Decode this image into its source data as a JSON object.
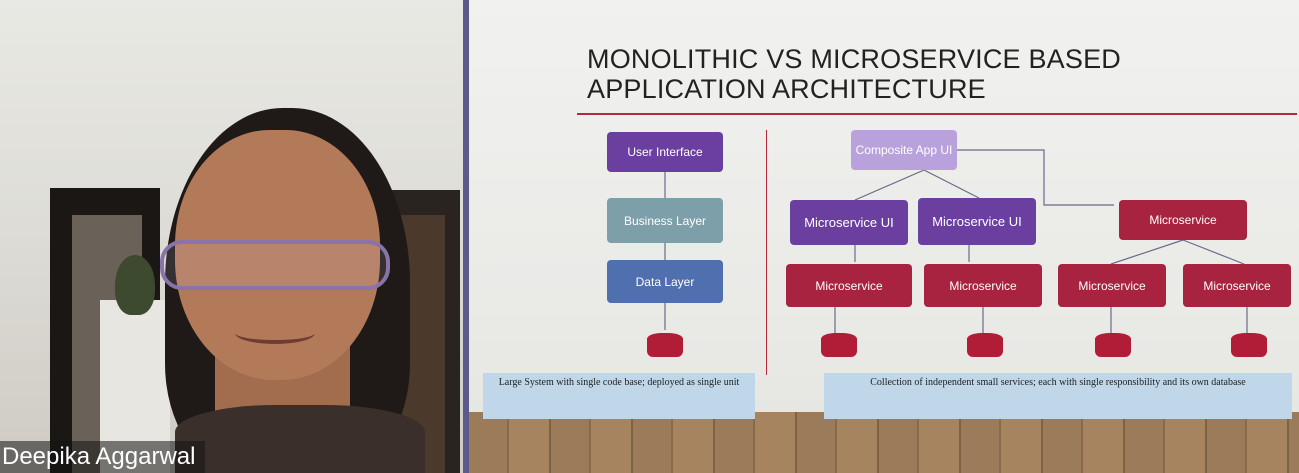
{
  "participant": {
    "name": "Deepika Aggarwal"
  },
  "slide": {
    "title_line1": "MONOLITHIC VS MICROSERVICE BASED",
    "title_line2": "APPLICATION ARCHITECTURE",
    "monolith": {
      "user_interface": "User Interface",
      "business_layer": "Business Layer",
      "data_layer": "Data Layer",
      "description": "Large System with single code base; deployed as single unit"
    },
    "microservices": {
      "composite_app": "Composite App UI",
      "ui_left": "Microservice UI",
      "ui_right": "Microservice UI",
      "service_top_right": "Microservice",
      "service_1": "Microservice",
      "service_2": "Microservice",
      "service_3": "Microservice",
      "service_4": "Microservice",
      "description": "Collection of independent small services; each with single responsibility and its own database"
    }
  }
}
